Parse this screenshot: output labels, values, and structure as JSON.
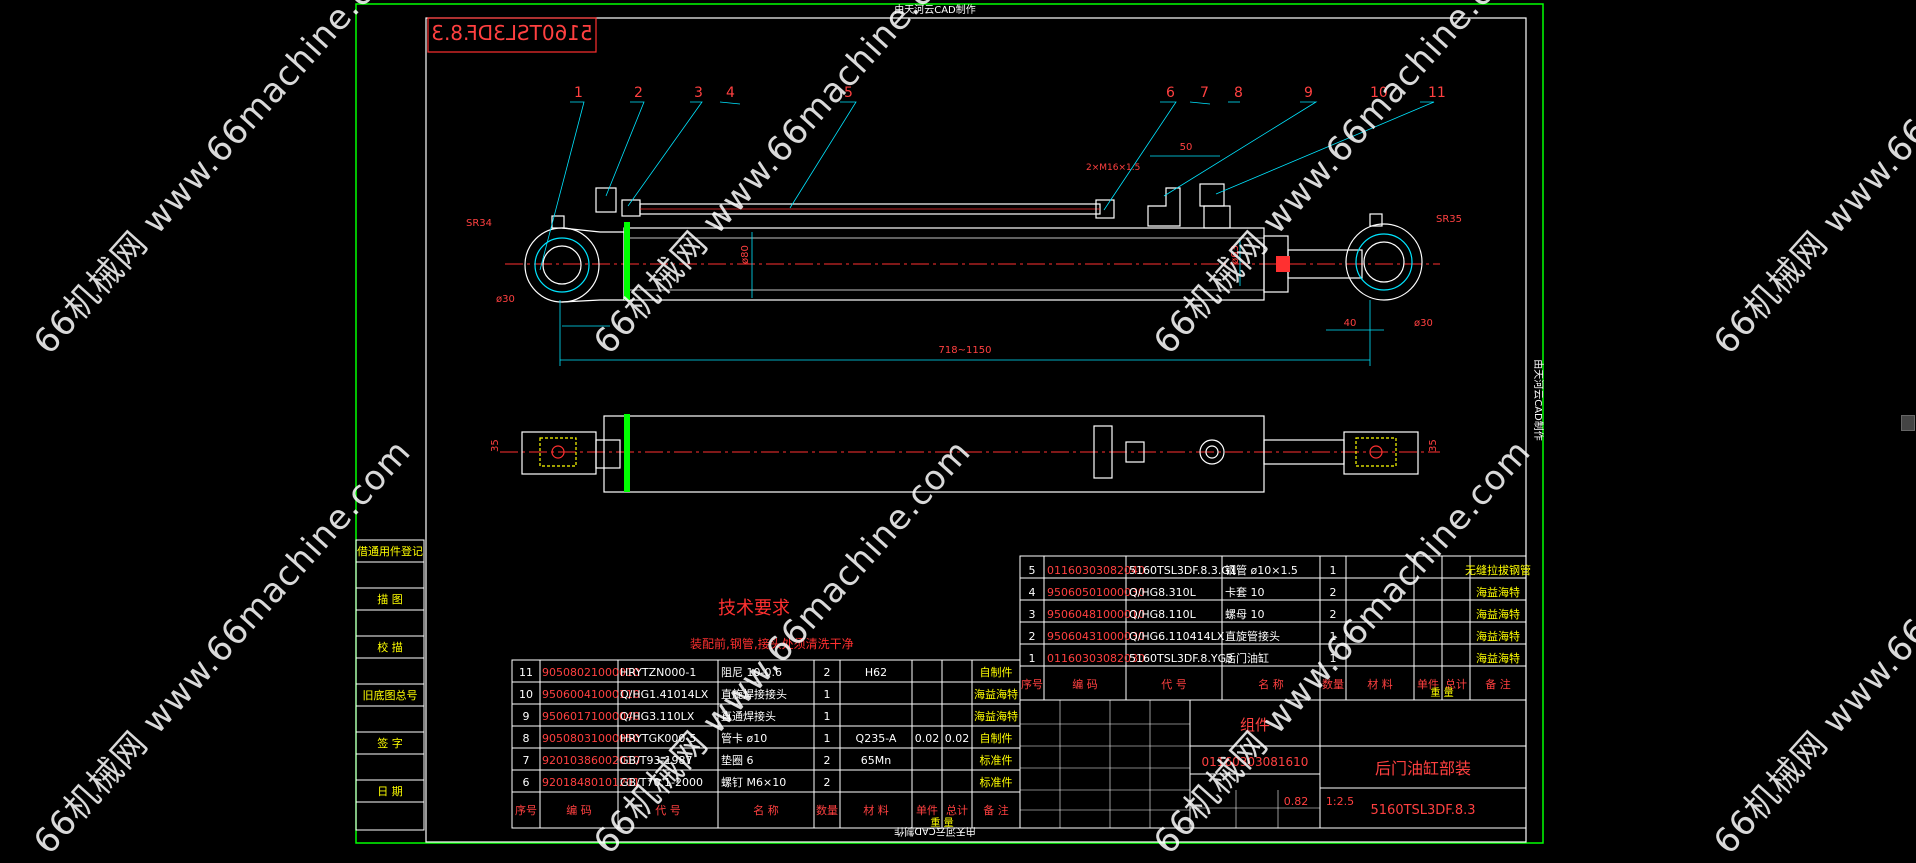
{
  "drawing": {
    "top_label": "由天河云CAD制作",
    "bottom_label": "由天河云CAD制作",
    "side_label": "由天河云CAD制作",
    "drawing_code_mirrored": "5160TSL3DF.8.3",
    "tech_requirements_title": "技术要求",
    "tech_requirements_line": "装配前,钢管,接头处须清洗干净",
    "balloons": [
      "1",
      "2",
      "3",
      "4",
      "5",
      "6",
      "7",
      "8",
      "9",
      "10",
      "11"
    ],
    "dimensions": {
      "sr34": "SR34",
      "sr35": "SR35",
      "phi30_left": "ø30",
      "phi30_right": "ø30",
      "phi80": "ø80",
      "phi63": "ø63",
      "len_50": "50",
      "len_40": "40",
      "stroke": "718~1150",
      "thread": "2×M16×1.5",
      "width_35_left": "35",
      "width_35_right": "35"
    }
  },
  "left_strip": {
    "cells": [
      "借通用件登记",
      "描 图",
      "校 描",
      "旧底图总号",
      "签 字",
      "日 期"
    ]
  },
  "bom_upper": {
    "rows": [
      {
        "no": "5",
        "code": "01160303082040",
        "std": "5160TSL3DF.8.3.G1",
        "name": "钢管 ø10×1.5",
        "qty": "1",
        "remark": "无缝拉拔钢管"
      },
      {
        "no": "4",
        "code": "95060501000030",
        "std": "Q/HG8.310L",
        "name": "卡套 10",
        "qty": "2",
        "remark": "海益海特"
      },
      {
        "no": "3",
        "code": "95060481000010",
        "std": "Q/HG8.110L",
        "name": "螺母 10",
        "qty": "2",
        "remark": "海益海特"
      },
      {
        "no": "2",
        "code": "95060431000030",
        "std": "Q/HG6.110414LX",
        "name": "直旋管接头",
        "qty": "1",
        "remark": "海益海特"
      },
      {
        "no": "1",
        "code": "01160303082030",
        "std": "5160TSL3DF.8.YG3",
        "name": "后门油缸",
        "qty": "1",
        "remark": "海益海特"
      }
    ],
    "header": [
      "序号",
      "编 码",
      "代 号",
      "名 称",
      "数量",
      "材 料",
      "单件",
      "总计",
      "备 注"
    ],
    "weight_label": "重 量"
  },
  "bom_lower": {
    "rows": [
      {
        "no": "11",
        "code": "90508021000010",
        "std": "HRYTZN000-1",
        "name": "阻尼 10-0.6",
        "qty": "2",
        "mat": "H62",
        "w1": "",
        "w2": "",
        "remark": "自制件"
      },
      {
        "no": "10",
        "code": "95060041000110",
        "std": "Q/HG1.41014LX",
        "name": "直旋焊接接头",
        "qty": "1",
        "mat": "",
        "w1": "",
        "w2": "",
        "remark": "海益海特"
      },
      {
        "no": "9",
        "code": "95060171000040",
        "std": "Q/HG3.110LX",
        "name": "直通焊接头",
        "qty": "1",
        "mat": "",
        "w1": "",
        "w2": "",
        "remark": "海益海特"
      },
      {
        "no": "8",
        "code": "90508031000050",
        "std": "HRYTGK000-5",
        "name": "管卡 ø10",
        "qty": "1",
        "mat": "Q235-A",
        "w1": "0.02",
        "w2": "0.02",
        "remark": "自制件"
      },
      {
        "no": "7",
        "code": "92010386002010",
        "std": "GB/T93-1987",
        "name": "垫圈 6",
        "qty": "2",
        "mat": "65Mn",
        "w1": "",
        "w2": "",
        "remark": "标准件"
      },
      {
        "no": "6",
        "code": "92018480101201",
        "std": "GB/T70.1-2000",
        "name": "螺钉 M6×10",
        "qty": "2",
        "mat": "",
        "w1": "",
        "w2": "",
        "remark": "标准件"
      }
    ],
    "header": [
      "序号",
      "编 码",
      "代 号",
      "名 称",
      "数量",
      "材 料",
      "单件",
      "总计",
      "备 注"
    ],
    "weight_label": "重 量"
  },
  "title_block": {
    "assembly_label": "组件",
    "assembly_code": "01160303081610",
    "title": "后门油缸部装",
    "drawing_no": "5160TSL3DF.8.3",
    "weight": "0.82",
    "scale": "1:2.5"
  },
  "watermark": {
    "domain": "66机械网 www.66machine.com"
  },
  "colors": {
    "background": "#000000",
    "frame": "#00ff00",
    "border": "#ffffff",
    "text_red": "#ff2020",
    "text_pink": "#ff4040",
    "text_yellow": "#ffff00",
    "leader": "#00e5ff",
    "green_band": "#00ff00"
  }
}
